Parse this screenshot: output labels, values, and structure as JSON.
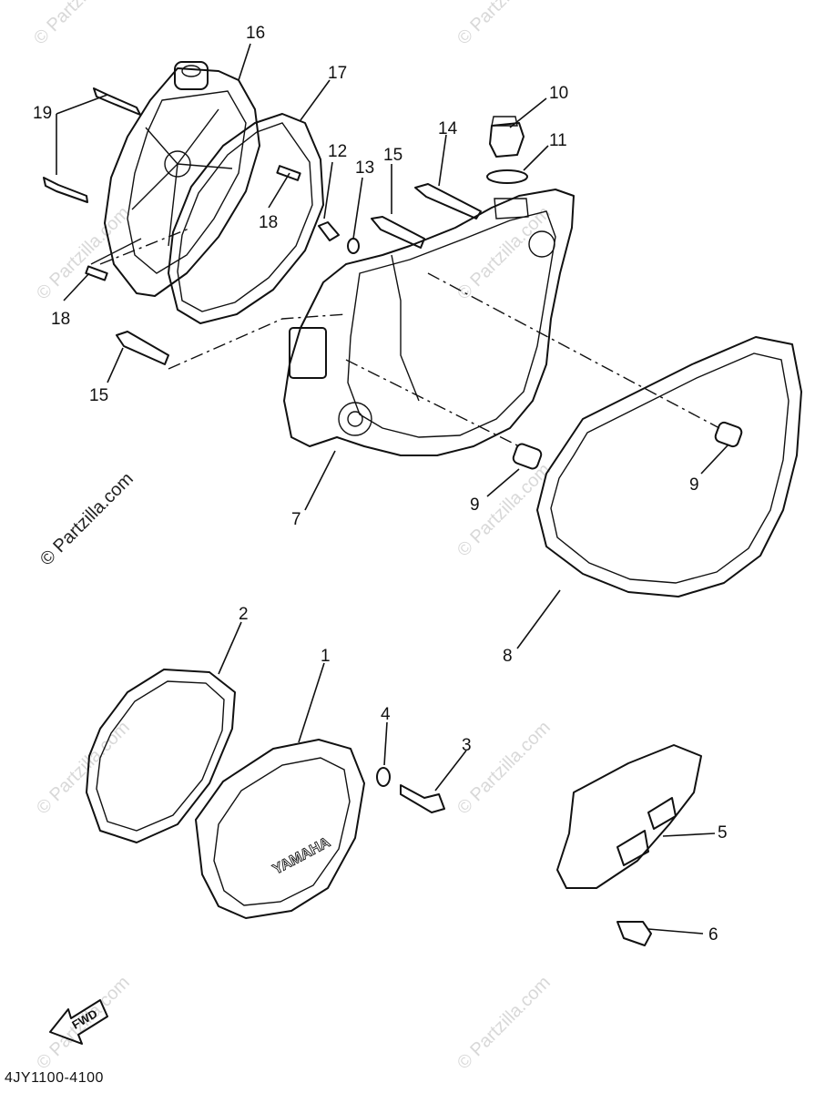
{
  "watermark": {
    "text": "© Partzilla.com"
  },
  "callouts": {
    "c1": "1",
    "c2": "2",
    "c3": "3",
    "c4": "4",
    "c5": "5",
    "c6": "6",
    "c7": "7",
    "c8": "8",
    "c9a": "9",
    "c9b": "9",
    "c10": "10",
    "c11": "11",
    "c12": "12",
    "c13": "13",
    "c14": "14",
    "c15a": "15",
    "c15b": "15",
    "c16": "16",
    "c17": "17",
    "c18a": "18",
    "c18b": "18",
    "c19": "19"
  },
  "cover_brand": "YAMAHA",
  "fwd_arrow": "FWD",
  "diagram_code": "4JY1100-4100"
}
